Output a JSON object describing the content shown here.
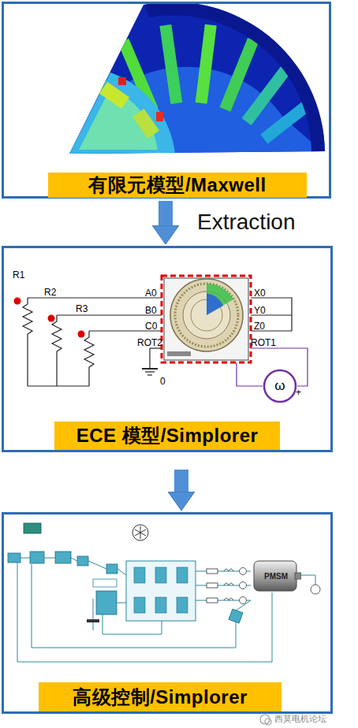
{
  "diagram": {
    "nodes": [
      {
        "text": [
          "有限元模型/Maxwell"
        ]
      },
      {
        "text": [
          "ECE 模型/Simplorer"
        ]
      },
      {
        "text": [
          "ω"
        ],
        "in": 1
      },
      {
        "text": [
          "高级控制/Simplorer"
        ]
      },
      {
        "text": [
          "PMSM"
        ],
        "in": 3
      }
    ],
    "edges": [
      {
        "from": 0,
        "to": 1,
        "arrow": "to",
        "label": "Extraction"
      },
      {
        "from": 1,
        "to": 3,
        "arrow": "to"
      }
    ],
    "labels": [
      "R1",
      "R2",
      "R3",
      "A0",
      "B0",
      "C0",
      "ROT2",
      "X0",
      "Y0",
      "Z0",
      "ROT1",
      "0",
      "+",
      "西莫电机论坛"
    ]
  }
}
